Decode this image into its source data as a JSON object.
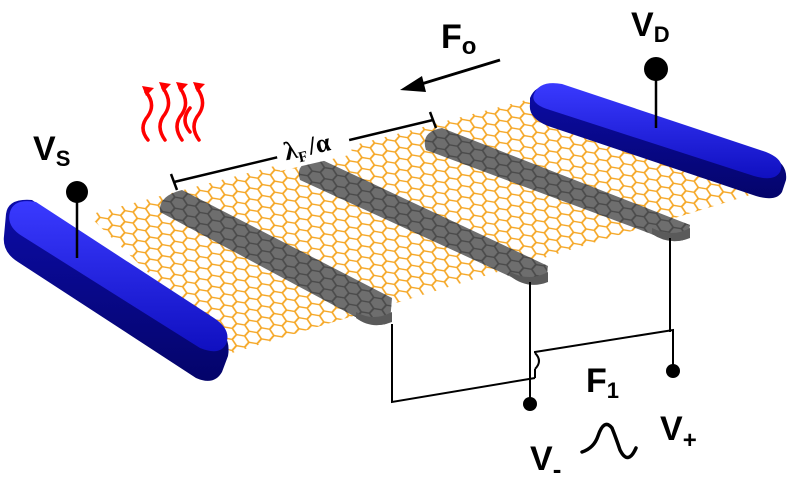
{
  "labels": {
    "source_voltage": {
      "main": "V",
      "sub": "S"
    },
    "drain_voltage": {
      "main": "V",
      "sub": "D"
    },
    "force_0": {
      "main": "F",
      "sub": "o"
    },
    "force_1": {
      "main": "F",
      "sub": "1"
    },
    "wavelength_ratio": {
      "lambda": "λ",
      "lambda_sub": "F",
      "slash": "/",
      "alpha": "α"
    },
    "v_minus": {
      "main": "V",
      "sub": "-"
    },
    "v_plus": {
      "main": "V",
      "sub": "+"
    }
  },
  "colors": {
    "electrode": "#1212c8",
    "electrode_dark": "#06067a",
    "lattice": "#f5a623",
    "gate": "#6e6e6e",
    "heat": "#ff0000",
    "wire": "#000000"
  },
  "icons": {
    "heat": "heat-waves-icon",
    "ac_source": "sine-wave-icon"
  }
}
